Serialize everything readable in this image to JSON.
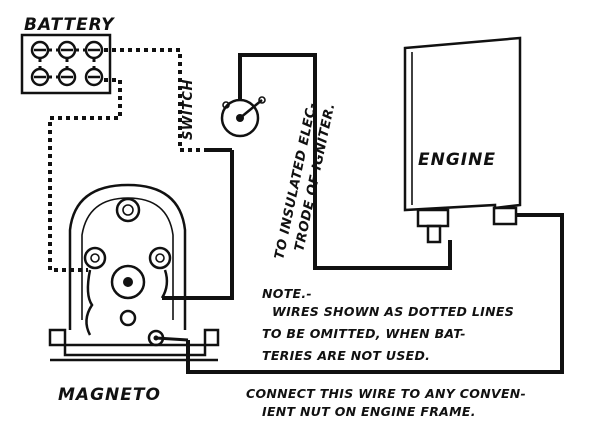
{
  "labels": {
    "battery": "BATTERY",
    "switch": "SWITCH",
    "igniter_line1": "TO INSULATED ELEC-",
    "igniter_line2": "TRODE OF IGNITER.",
    "engine": "ENGINE",
    "magneto": "MAGNETO",
    "note_title": "NOTE.-",
    "note_lines": [
      "WIRES SHOWN AS DOTTED LINES",
      "TO BE OMITTED, WHEN BAT-",
      "TERIES ARE NOT USED."
    ],
    "frame_lines": [
      "CONNECT THIS WIRE TO ANY CONVEN-",
      "IENT NUT ON ENGINE FRAME."
    ]
  }
}
